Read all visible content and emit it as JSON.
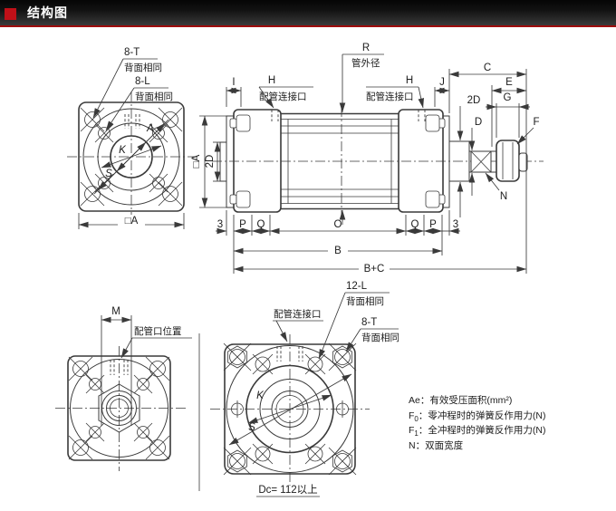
{
  "header": {
    "title": "结构图",
    "accent_color": "#9e0b0b",
    "bullet_color": "#c01018"
  },
  "front_flange_view": {
    "bolt_label_top": "8-T",
    "bolt_label_top_note": "背面相同",
    "bolt_label_inner": "8-L",
    "bolt_label_inner_note": "背面相同",
    "dim_bolt_circle": "A",
    "dim_k": "K",
    "dim_s": "S",
    "dim_square": "□A"
  },
  "side_view": {
    "dim_tube": "R",
    "dim_tube_note": "管外径",
    "dim_i": "I",
    "dim_h_left": "H",
    "port_label_left": "配管连接口",
    "dim_h_right": "H",
    "port_label_right": "配管连接口",
    "dim_j": "J",
    "dim_c": "C",
    "dim_e": "E",
    "dim_g": "G",
    "dim_f": "F",
    "dim_2d_front": "2D",
    "dim_d": "D",
    "dim_n": "N",
    "dim_height": "□A",
    "dim_2d_rear": "2D",
    "chain": [
      "3",
      "P",
      "Q",
      "O",
      "Q",
      "P",
      "3"
    ],
    "dim_b": "B",
    "dim_b_plus_c": "B+C"
  },
  "rod_end_view": {
    "dim_m": "M",
    "port_label": "配管口位置"
  },
  "head_end_view": {
    "bolt_label_inner": "12-L",
    "bolt_label_inner_note": "背面相同",
    "port_label": "配管连接口",
    "bolt_label_corner": "8-T",
    "bolt_label_corner_note": "背面相同",
    "dim_k": "K",
    "dim_s": "S",
    "dc_note": "Dc= 112以上"
  },
  "legend": {
    "rows": [
      {
        "sym": "Ae",
        "sub": "",
        "text": "：有效受压面积(mm²)"
      },
      {
        "sym": "F",
        "sub": "0",
        "text": "：零冲程时的弹簧反作用力(N)"
      },
      {
        "sym": "F",
        "sub": "1",
        "text": "：全冲程时的弹簧反作用力(N)"
      },
      {
        "sym": "N",
        "sub": "",
        "text": "：双面宽度"
      }
    ]
  }
}
